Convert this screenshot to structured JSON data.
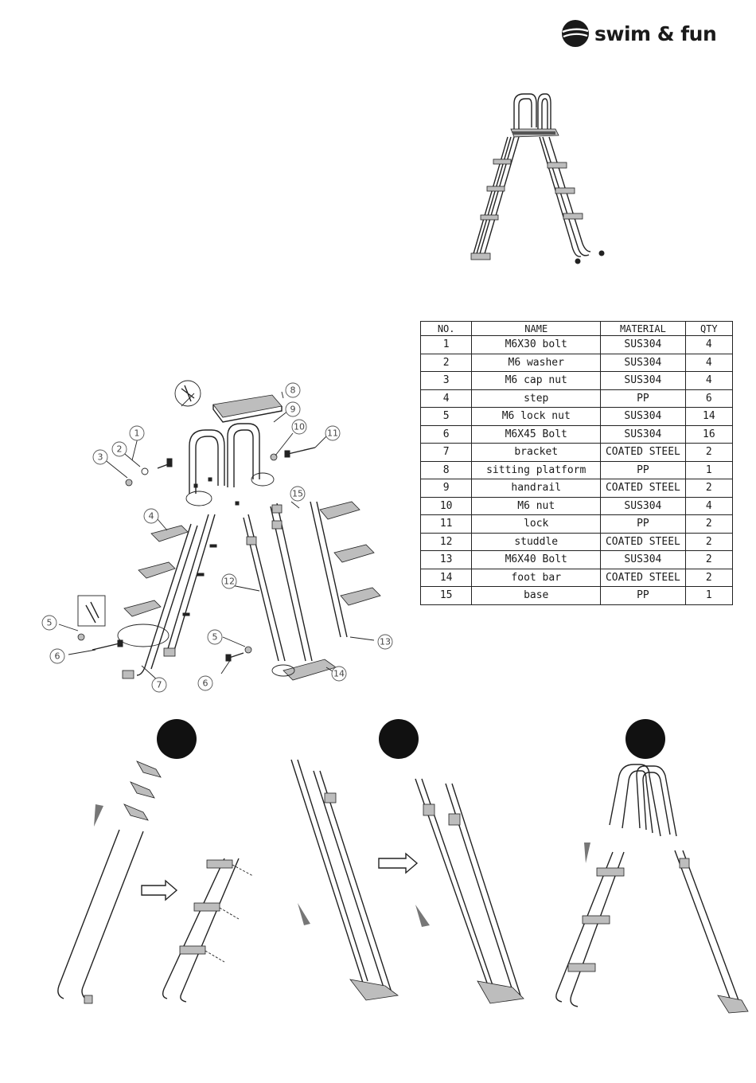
{
  "brand": {
    "name": "swim & fun",
    "logo_icon": "ball-logo-icon"
  },
  "parts_table": {
    "headers": [
      "NO.",
      "NAME",
      "MATERIAL",
      "QTY"
    ],
    "rows": [
      [
        "1",
        "M6X30 bolt",
        "SUS304",
        "4"
      ],
      [
        "2",
        "M6 washer",
        "SUS304",
        "4"
      ],
      [
        "3",
        "M6 cap nut",
        "SUS304",
        "4"
      ],
      [
        "4",
        "step",
        "PP",
        "6"
      ],
      [
        "5",
        "M6 lock nut",
        "SUS304",
        "14"
      ],
      [
        "6",
        "M6X45 Bolt",
        "SUS304",
        "16"
      ],
      [
        "7",
        "bracket",
        "COATED STEEL",
        "2"
      ],
      [
        "8",
        "sitting platform",
        "PP",
        "1"
      ],
      [
        "9",
        "handrail",
        "COATED STEEL",
        "2"
      ],
      [
        "10",
        "M6 nut",
        "SUS304",
        "4"
      ],
      [
        "11",
        "lock",
        "PP",
        "2"
      ],
      [
        "12",
        "studdle",
        "COATED STEEL",
        "2"
      ],
      [
        "13",
        "M6X40 Bolt",
        "SUS304",
        "2"
      ],
      [
        "14",
        "foot bar",
        "COATED STEEL",
        "2"
      ],
      [
        "15",
        "base",
        "PP",
        "1"
      ]
    ]
  },
  "diagram_labels": [
    "1",
    "2",
    "3",
    "4",
    "5",
    "6",
    "7",
    "8",
    "9",
    "10",
    "11",
    "12",
    "5",
    "6",
    "13",
    "14",
    "15"
  ]
}
